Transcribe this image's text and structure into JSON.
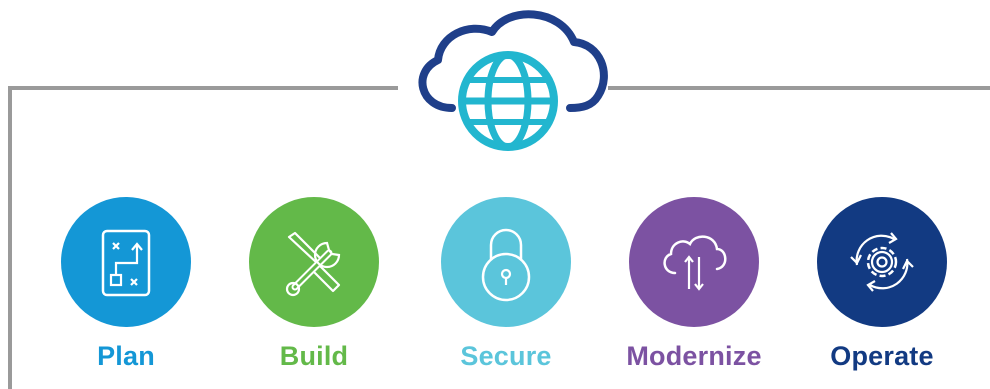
{
  "steps": [
    {
      "label": "Plan",
      "color": "#1497d6",
      "icon": "map-route-icon"
    },
    {
      "label": "Build",
      "color": "#63b949",
      "icon": "wrench-screwdriver-icon"
    },
    {
      "label": "Secure",
      "color": "#5bc5db",
      "icon": "padlock-icon"
    },
    {
      "label": "Modernize",
      "color": "#7c52a2",
      "icon": "cloud-transfer-icon"
    },
    {
      "label": "Operate",
      "color": "#123a82",
      "icon": "gear-cycle-icon"
    }
  ],
  "header_icon": "cloud-globe-icon",
  "colors": {
    "line": "#9a9a9a",
    "cloud": "#1f3f8a",
    "globe": "#22b6cf"
  }
}
